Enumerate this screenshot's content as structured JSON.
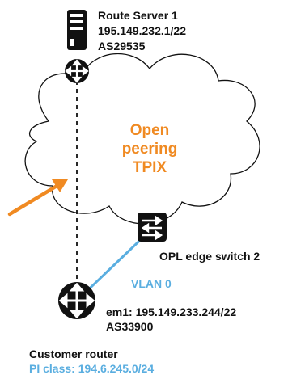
{
  "route_server": {
    "name": "Route Server 1",
    "ip": "195.149.232.1/22",
    "asn": "AS29535"
  },
  "cloud": {
    "title_lines": [
      "Open",
      "peering",
      "TPIX"
    ],
    "title_color": "#f08a22"
  },
  "edge_switch": {
    "name": "OPL edge switch 2"
  },
  "vlan": {
    "label": "VLAN 0",
    "color": "#5aaee0"
  },
  "customer_router": {
    "interface": "em1: 195.149.233.244/22",
    "asn": "AS33900",
    "name": "Customer router",
    "pi_class": "PI class: 194.6.245.0/24",
    "pi_color": "#5aaee0"
  },
  "icons": {
    "server": "server-icon",
    "small_router": "router-icon",
    "switch": "switch-icon",
    "customer_router": "router-icon",
    "arrow": "orange-arrow-icon"
  },
  "colors": {
    "accent_orange": "#f08a22",
    "link_blue": "#5aaee0",
    "icon_black": "#111111"
  }
}
